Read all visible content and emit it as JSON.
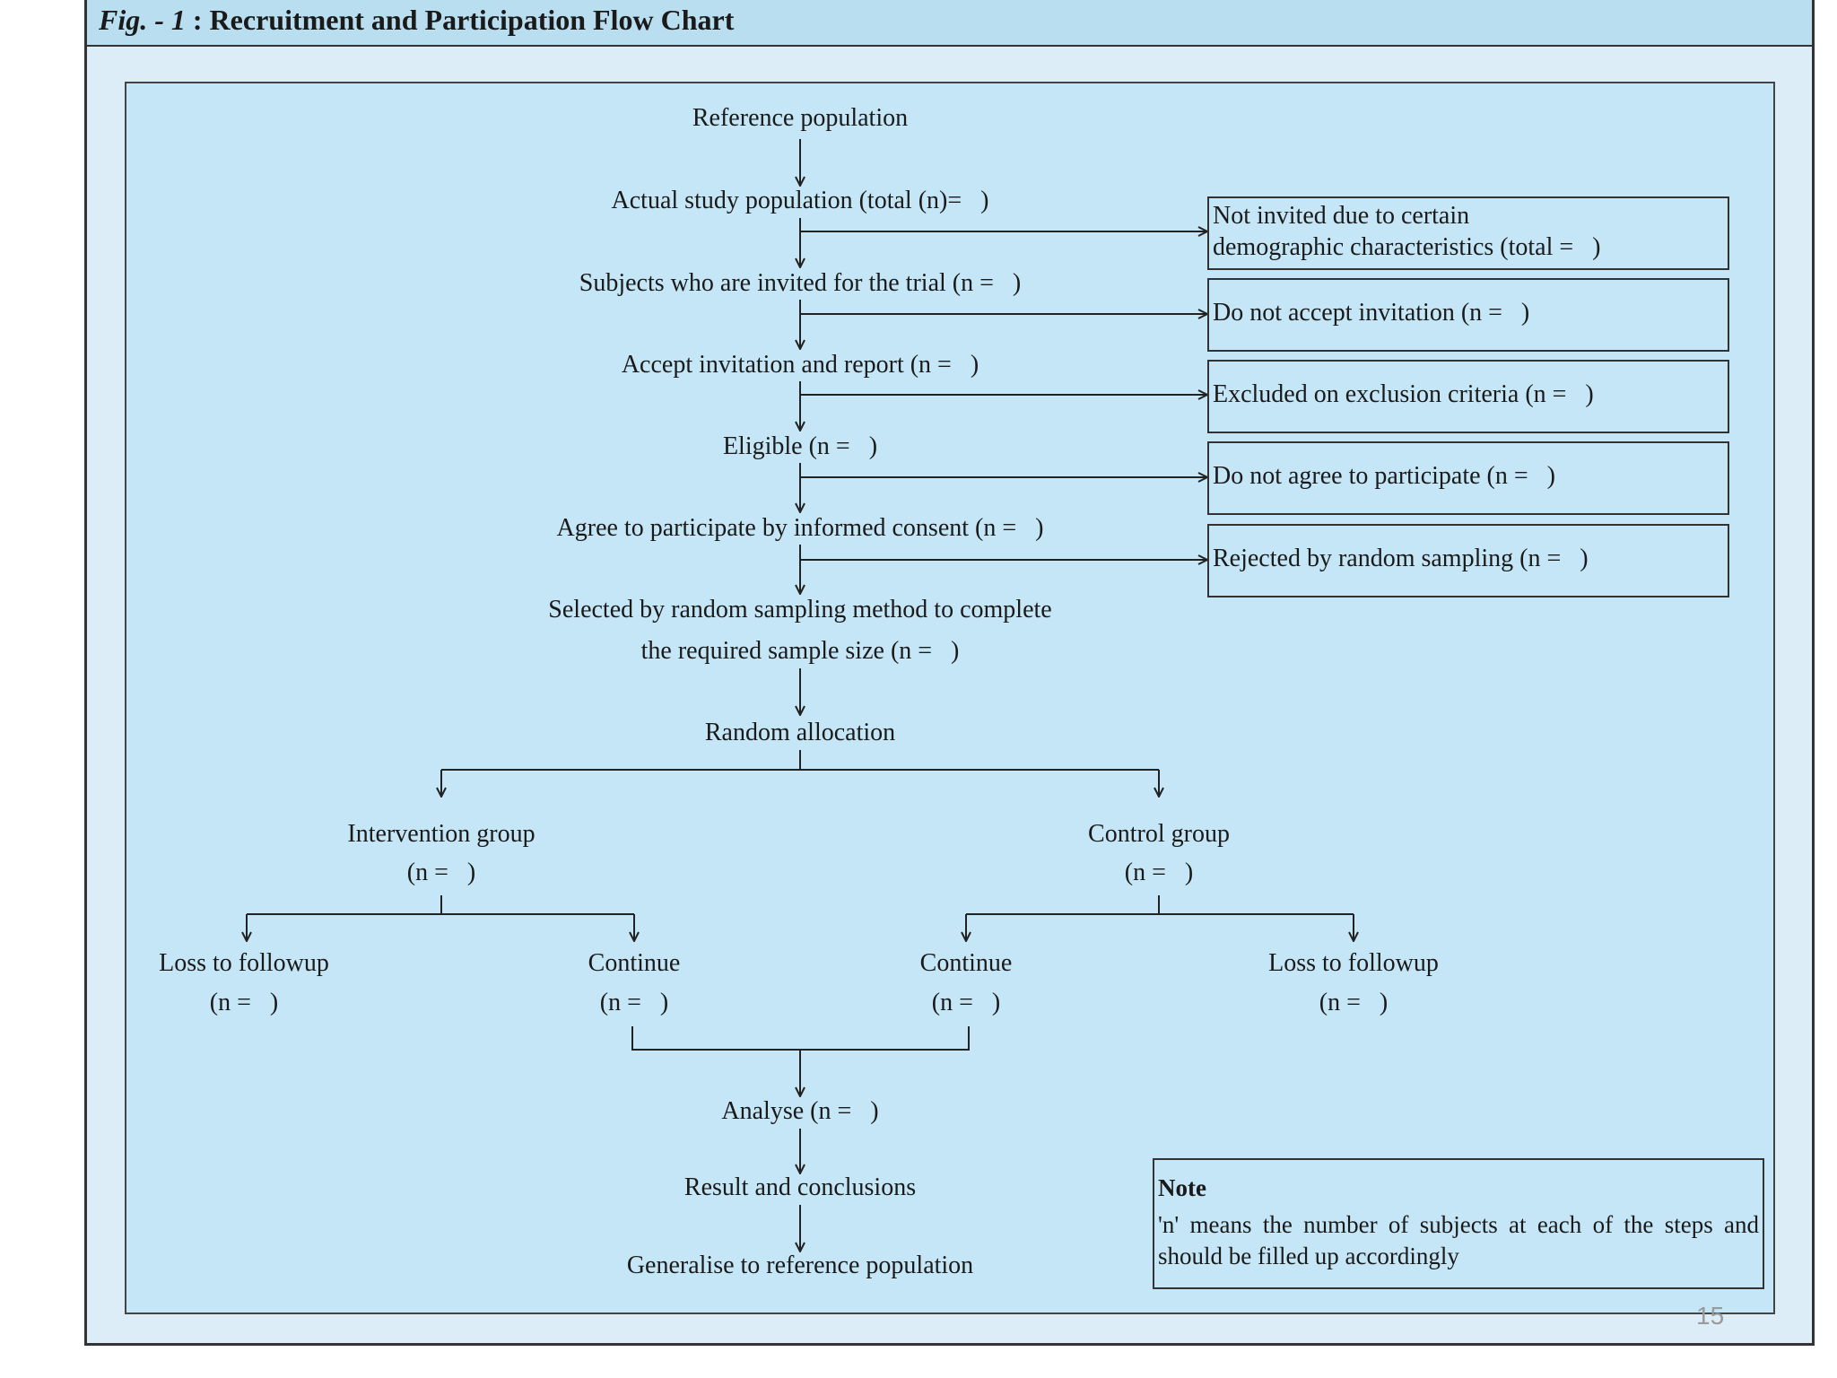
{
  "figure": {
    "label": "Fig. - 1",
    "title": " : Recruitment and Participation Flow Chart"
  },
  "flow": {
    "reference_population": "Reference population",
    "actual_study_population": "Actual study population (total (n)=   )",
    "invited": "Subjects who are invited for the trial (n =   )",
    "accept_report": "Accept invitation and report (n =   )",
    "eligible": "Eligible (n =   )",
    "agree_consent": "Agree to participate by informed consent (n =   )",
    "selected_line1": "Selected by random sampling method to complete",
    "selected_line2": "the required sample size (n =   )",
    "random_allocation": "Random allocation",
    "intervention_group": "Intervention group",
    "intervention_n": "(n =   )",
    "control_group": "Control group",
    "control_n": "(n =   )",
    "loss_left": "Loss to followup",
    "loss_left_n": "(n =   )",
    "continue_left": "Continue",
    "continue_left_n": "(n =   )",
    "continue_right": "Continue",
    "continue_right_n": "(n =   )",
    "loss_right": "Loss to followup",
    "loss_right_n": "(n =   )",
    "analyse": "Analyse (n =   )",
    "result": "Result and conclusions",
    "generalise": "Generalise to reference population"
  },
  "side_boxes": {
    "not_invited_line1": "Not invited due to certain",
    "not_invited_line2": "demographic characteristics (total =   )",
    "not_accept": "Do not accept invitation (n =   )",
    "excluded": "Excluded on exclusion criteria (n =   )",
    "not_agree": "Do not agree to participate (n =   )",
    "rejected": "Rejected by random sampling (n =   )"
  },
  "note": {
    "title": "Note",
    "text": "'n' means the number of subjects at each of the steps and should be filled up accordingly"
  },
  "page_number": "15"
}
